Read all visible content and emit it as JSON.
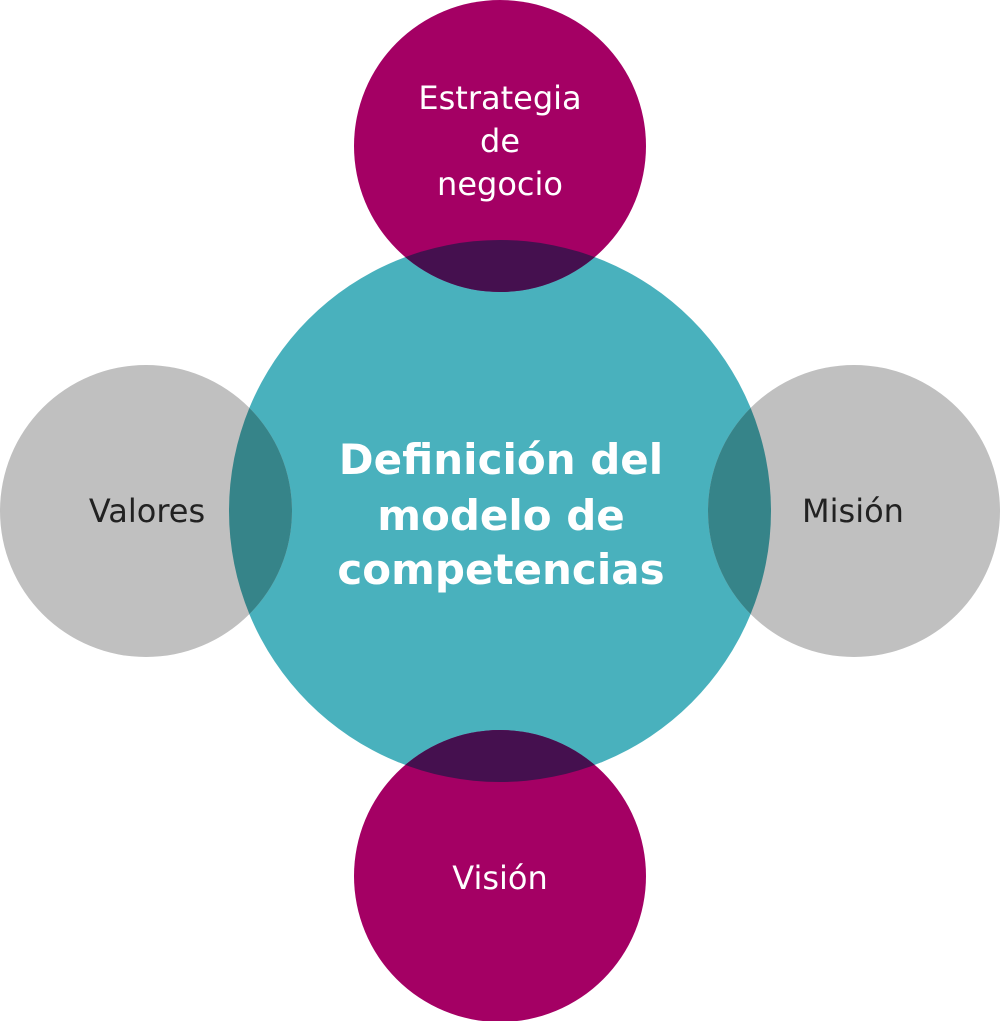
{
  "colors": {
    "center": "#49b1bd",
    "magenta": "#a40064",
    "gray": "#c0c0c0",
    "overlap_purple": "#45104f",
    "overlap_teal": "#368489",
    "text_dark": "#222222",
    "text_light": "#ffffff"
  },
  "center": {
    "lines": [
      "Definición del",
      "modelo de",
      "competencias"
    ]
  },
  "top": {
    "lines": [
      "Estrategia",
      "de",
      "negocio"
    ]
  },
  "bottom": {
    "label": "Visión"
  },
  "left": {
    "label": "Valores"
  },
  "right": {
    "label": "Misión"
  }
}
